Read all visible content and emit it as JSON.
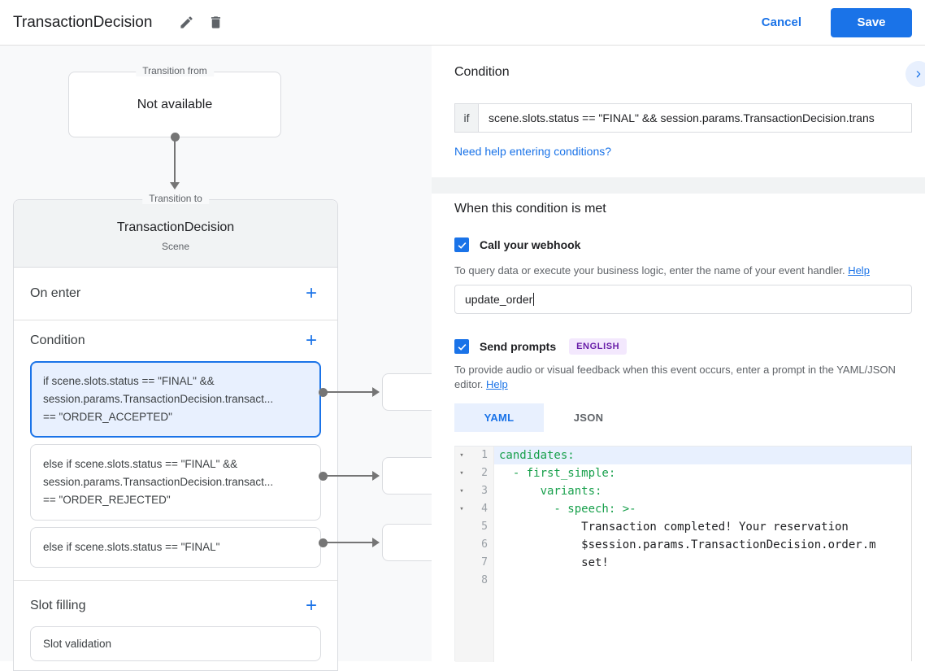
{
  "header": {
    "title": "TransactionDecision",
    "cancel_label": "Cancel",
    "save_label": "Save"
  },
  "colors": {
    "accent_blue": "#1a73e8",
    "selected_card_bg": "#e8f0fe",
    "yaml_key_green": "#18a04c",
    "badge_purple": "#681da8"
  },
  "diagram": {
    "transition_from": {
      "label": "Transition from",
      "content": "Not available"
    },
    "scene": {
      "label": "Transition to",
      "name": "TransactionDecision",
      "type": "Scene",
      "on_enter_label": "On enter",
      "condition_label": "Condition",
      "slot_filling_label": "Slot filling",
      "slot_card_label": "Slot validation",
      "conditions": [
        {
          "lines": [
            "if scene.slots.status == \"FINAL\" &&",
            "session.params.TransactionDecision.transact...",
            "== \"ORDER_ACCEPTED\""
          ],
          "selected": true
        },
        {
          "lines": [
            "else if scene.slots.status == \"FINAL\" &&",
            "session.params.TransactionDecision.transact...",
            "== \"ORDER_REJECTED\""
          ],
          "selected": false
        },
        {
          "lines": [
            "else if scene.slots.status == \"FINAL\""
          ],
          "selected": false
        }
      ]
    }
  },
  "panel": {
    "condition": {
      "title": "Condition",
      "if_label": "if",
      "expression": "scene.slots.status == \"FINAL\" && session.params.TransactionDecision.trans",
      "help_link": "Need help entering conditions?"
    },
    "when_met": {
      "title": "When this condition is met",
      "webhook": {
        "label": "Call your webhook",
        "checked": true,
        "helper": "To query data or execute your business logic, enter the name of your event handler. ",
        "helper_link": "Help",
        "value": "update_order"
      },
      "prompts": {
        "label": "Send prompts",
        "checked": true,
        "badge": "ENGLISH",
        "helper": "To provide audio or visual feedback when this event occurs, enter a prompt in the YAML/JSON editor. ",
        "helper_link": "Help"
      }
    },
    "tabs": {
      "yaml": "YAML",
      "json": "JSON",
      "active": "YAML"
    }
  },
  "editor": {
    "language": "YAML",
    "lines": [
      {
        "num": "1",
        "green": "candidates:",
        "plain": ""
      },
      {
        "num": "2",
        "green": "  - first_simple:",
        "plain": ""
      },
      {
        "num": "3",
        "green": "      variants:",
        "plain": ""
      },
      {
        "num": "4",
        "green": "        - speech: >-",
        "plain": ""
      },
      {
        "num": "5",
        "green": "",
        "plain": "            Transaction completed! Your reservation"
      },
      {
        "num": "6",
        "green": "",
        "plain": "            $session.params.TransactionDecision.order.m"
      },
      {
        "num": "7",
        "green": "",
        "plain": "            set!"
      },
      {
        "num": "8",
        "green": "",
        "plain": ""
      }
    ]
  }
}
